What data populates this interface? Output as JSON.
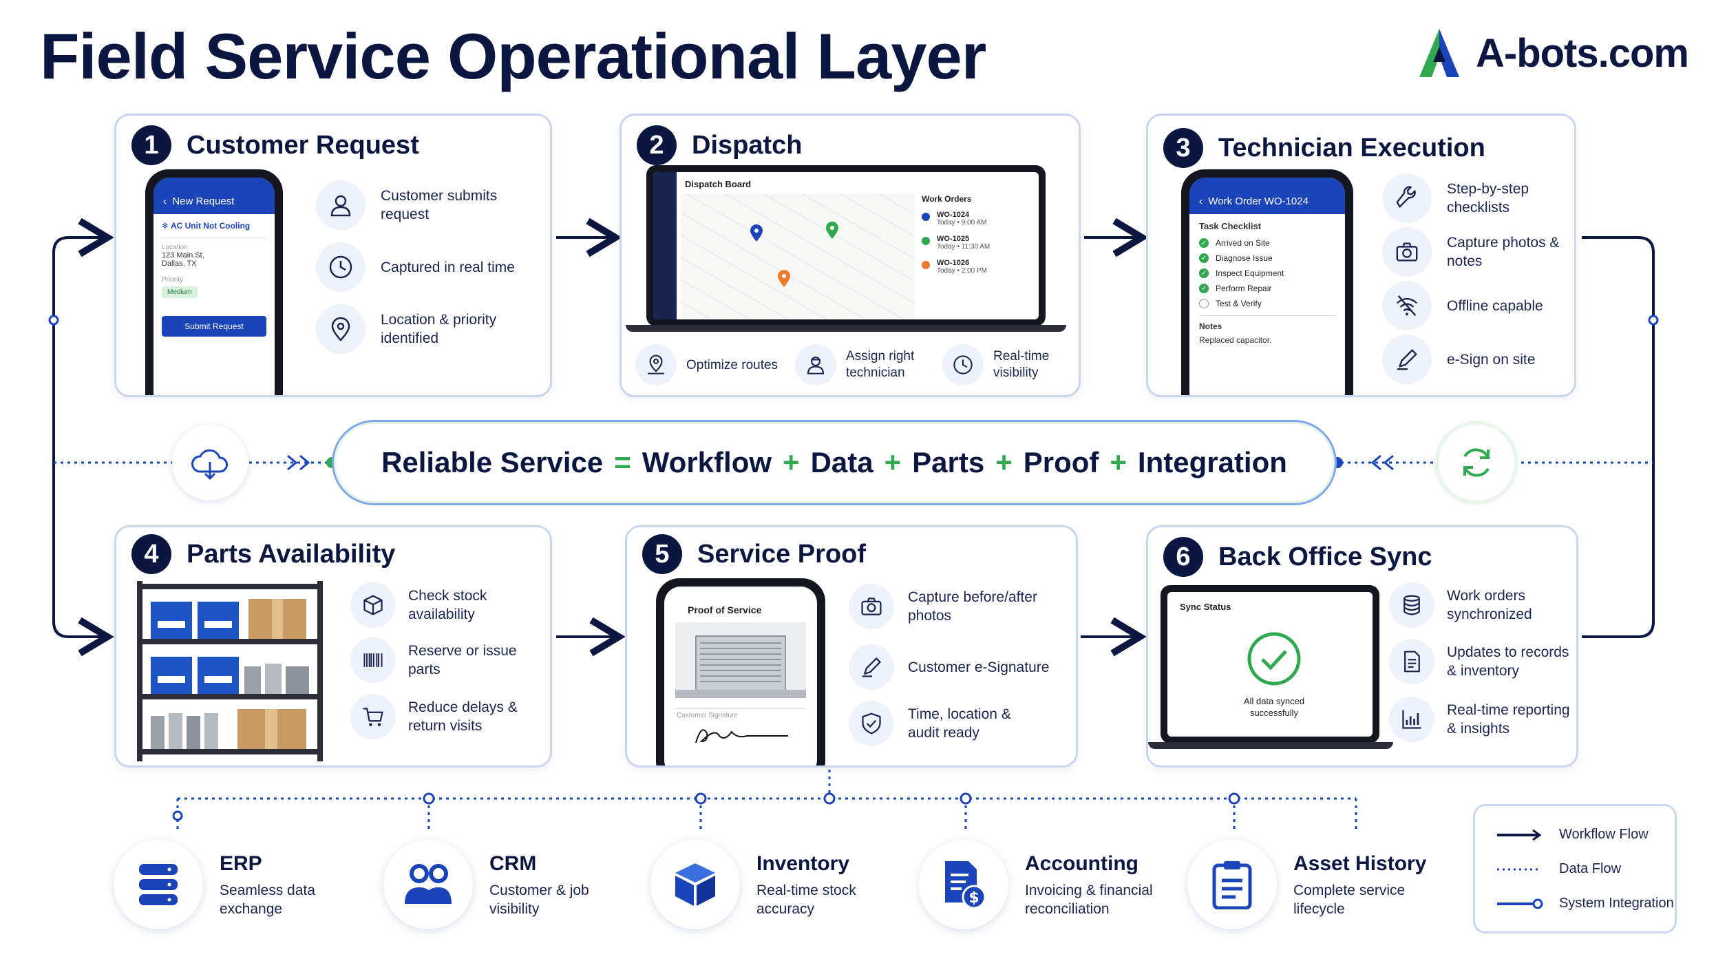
{
  "title": "Field Service Operational Layer",
  "logo": {
    "text": "A-bots.com",
    "icon": "a-bots-logo-icon",
    "colors": [
      "#2fa84f",
      "#1a44b8"
    ]
  },
  "colors": {
    "navy": "#0b1740",
    "blue": "#1a44b8",
    "green": "#2fa84f",
    "border": "#c9d6ee"
  },
  "steps": [
    {
      "num": "1",
      "title": "Customer Request",
      "features": [
        {
          "icon": "user-icon",
          "text": "Customer submits request"
        },
        {
          "icon": "clock-icon",
          "text": "Captured in real time"
        },
        {
          "icon": "location-pin-icon",
          "text": "Location & priority identified"
        }
      ],
      "phone": {
        "header": "New Request",
        "issue": "AC Unit Not Cooling",
        "location_label": "Location",
        "location_value_1": "123 Main St,",
        "location_value_2": "Dallas, TX",
        "priority_label": "Priority",
        "priority_value": "Medium",
        "button": "Submit Request"
      }
    },
    {
      "num": "2",
      "title": "Dispatch",
      "features": [
        {
          "icon": "route-pin-icon",
          "text": "Optimize routes"
        },
        {
          "icon": "technician-icon",
          "text": "Assign right technician"
        },
        {
          "icon": "clock-icon",
          "text": "Real-time visibility"
        }
      ],
      "laptop": {
        "board_title": "Dispatch Board",
        "orders_title": "Work Orders",
        "orders": [
          {
            "id": "WO-1024",
            "time": "Today • 9:00 AM",
            "color": "#1a44b8"
          },
          {
            "id": "WO-1025",
            "time": "Today • 11:30 AM",
            "color": "#2fa84f"
          },
          {
            "id": "WO-1026",
            "time": "Today • 2:00 PM",
            "color": "#f07a2c"
          }
        ]
      }
    },
    {
      "num": "3",
      "title": "Technician Execution",
      "features": [
        {
          "icon": "wrench-icon",
          "text": "Step-by-step checklists"
        },
        {
          "icon": "camera-icon",
          "text": "Capture photos & notes"
        },
        {
          "icon": "offline-wifi-icon",
          "text": "Offline capable"
        },
        {
          "icon": "pen-icon",
          "text": "e-Sign on site"
        }
      ],
      "phone": {
        "header": "Work Order WO-1024",
        "checklist_title": "Task Checklist",
        "tasks": [
          {
            "label": "Arrived on Site",
            "done": true
          },
          {
            "label": "Diagnose Issue",
            "done": true
          },
          {
            "label": "Inspect Equipment",
            "done": true
          },
          {
            "label": "Perform Repair",
            "done": true
          },
          {
            "label": "Test & Verify",
            "done": false
          }
        ],
        "notes_label": "Notes",
        "notes_value": "Replaced capacitor."
      }
    },
    {
      "num": "4",
      "title": "Parts Availability",
      "features": [
        {
          "icon": "box-icon",
          "text": "Check stock availability"
        },
        {
          "icon": "barcode-icon",
          "text": "Reserve or issue parts"
        },
        {
          "icon": "cart-icon",
          "text": "Reduce delays & return visits"
        }
      ]
    },
    {
      "num": "5",
      "title": "Service Proof",
      "features": [
        {
          "icon": "camera-icon",
          "text": "Capture before/after photos"
        },
        {
          "icon": "pen-icon",
          "text": "Customer e-Signature"
        },
        {
          "icon": "shield-check-icon",
          "text": "Time, location & audit ready"
        }
      ],
      "phone": {
        "header": "Proof of Service",
        "signature_label": "Customer Signature"
      }
    },
    {
      "num": "6",
      "title": "Back Office Sync",
      "features": [
        {
          "icon": "database-icon",
          "text": "Work orders synchronized"
        },
        {
          "icon": "document-icon",
          "text": "Updates to records & inventory"
        },
        {
          "icon": "chart-icon",
          "text": "Real-time reporting & insights"
        }
      ],
      "laptop": {
        "status_title": "Sync Status",
        "message": "All data synced successfully"
      }
    }
  ],
  "banner": {
    "parts": [
      "Reliable Service",
      "=",
      "Workflow",
      "+",
      "Data",
      "+",
      "Parts",
      "+",
      "Proof",
      "+",
      "Integration"
    ]
  },
  "systems": [
    {
      "icon": "database-stack-icon",
      "title": "ERP",
      "desc": "Seamless data exchange"
    },
    {
      "icon": "users-icon",
      "title": "CRM",
      "desc": "Customer & job visibility"
    },
    {
      "icon": "cube-icon",
      "title": "Inventory",
      "desc": "Real-time stock accuracy"
    },
    {
      "icon": "invoice-dollar-icon",
      "title": "Accounting",
      "desc": "Invoicing & financial reconciliation"
    },
    {
      "icon": "clipboard-icon",
      "title": "Asset History",
      "desc": "Complete service lifecycle"
    }
  ],
  "legend": [
    {
      "style": "solid-arrow",
      "label": "Workflow Flow"
    },
    {
      "style": "dotted",
      "label": "Data Flow"
    },
    {
      "style": "line-circle",
      "label": "System Integration"
    }
  ]
}
